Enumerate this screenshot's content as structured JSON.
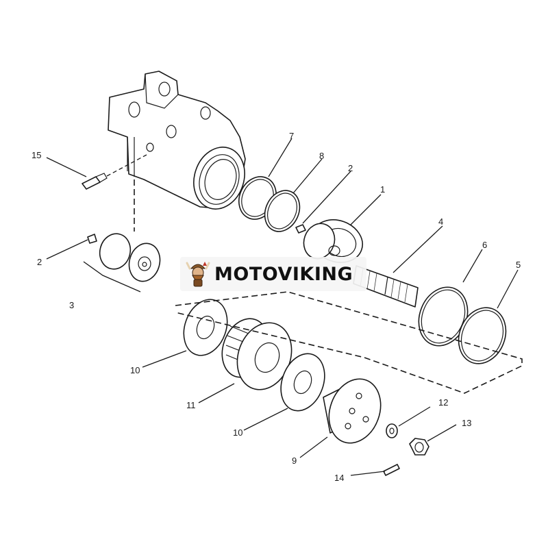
{
  "brand": {
    "name": "MOTOVIKING",
    "logo_icon": "viking-mascot-icon",
    "accent": "#c0392b"
  },
  "callouts": [
    "15",
    "7",
    "8",
    "2",
    "1",
    "4",
    "6",
    "5",
    "2",
    "3",
    "10",
    "11",
    "10",
    "9",
    "12",
    "13",
    "14"
  ],
  "colors": {
    "line": "#1a1a1a",
    "background": "#ffffff"
  }
}
